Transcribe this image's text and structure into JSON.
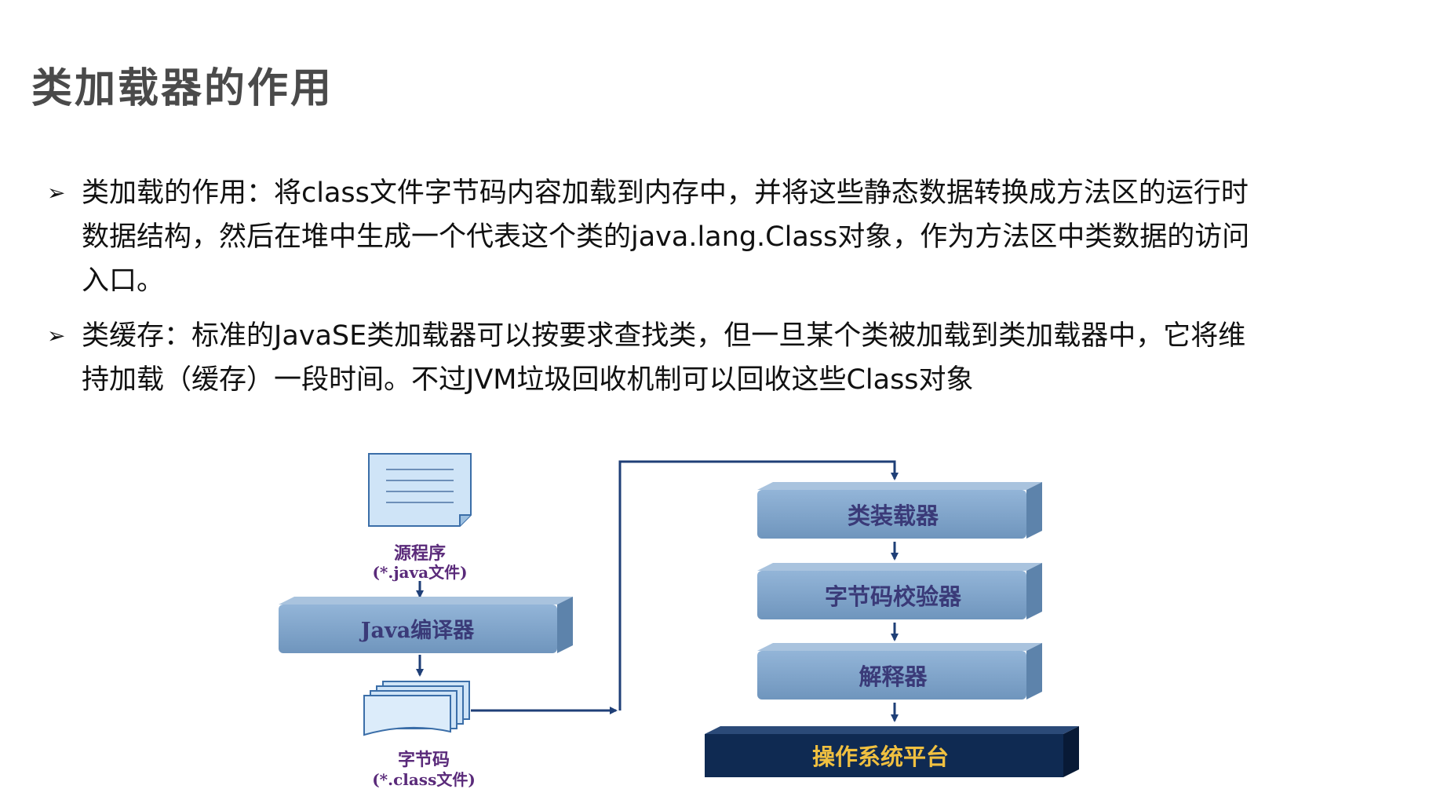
{
  "title": "类加载器的作用",
  "bullets": [
    {
      "lines": [
        "类加载的作用：将class文件字节码内容加载到内存中，并将这些静态数据转换成方法区的运行时",
        "数据结构，然后在堆中生成一个代表这个类的java.lang.Class对象，作为方法区中类数据的访问",
        "入口。"
      ]
    },
    {
      "lines": [
        "类缓存：标准的JavaSE类加载器可以按要求查找类，但一旦某个类被加载到类加载器中，它将维",
        "持加载（缓存）一段时间。不过JVM垃圾回收机制可以回收这些Class对象"
      ]
    }
  ],
  "diagram": {
    "source": {
      "name": "源程序",
      "ext": "(*.java文件)"
    },
    "compiler": "Java编译器",
    "bytecode": {
      "name": "字节码",
      "ext": "(*.class文件)"
    },
    "steps": [
      "类装载器",
      "字节码校验器",
      "解释器"
    ],
    "platform": "操作系统平台",
    "colors": {
      "box": "#7ea3c9",
      "box_top": "#a9c3de",
      "box_side": "#5d83ab",
      "box_text": "#3a3a78",
      "platform": "#0f2a52",
      "platform_text": "#f0c040",
      "arrow": "#1f3f77",
      "label_text": "#5a2a7a"
    }
  }
}
